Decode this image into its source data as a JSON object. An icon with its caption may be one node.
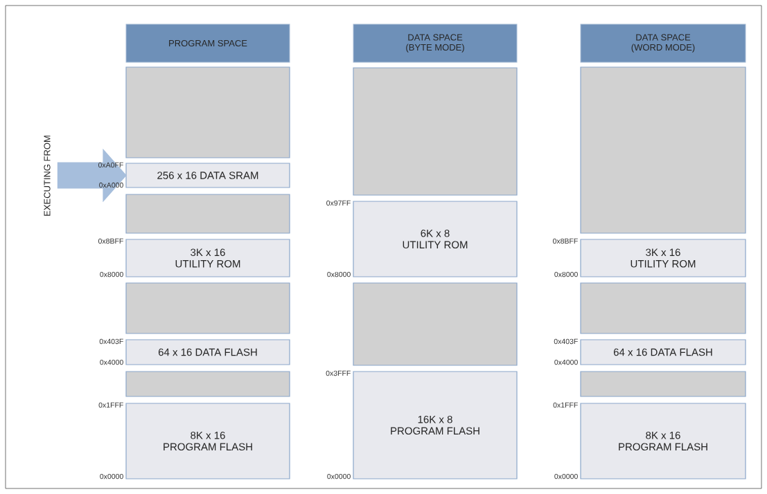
{
  "diagram": {
    "nodes": [
      {
        "text": [
          "EXECUTING FROM"
        ]
      },
      {
        "text": [
          "PROGRAM SPACE"
        ]
      },
      {
        "text": [],
        "shape": "box"
      },
      {
        "text": [
          "256 x 16 DATA SRAM"
        ],
        "beside": [
          "0xA0FF",
          "0xA000"
        ]
      },
      {
        "text": [],
        "shape": "box"
      },
      {
        "text": [
          "3K x 16",
          "UTILITY ROM"
        ],
        "beside": [
          "0x8BFF",
          "0x8000"
        ]
      },
      {
        "text": [],
        "shape": "box"
      },
      {
        "text": [
          "64 x 16 DATA FLASH"
        ],
        "beside": [
          "0x403F",
          "0x4000"
        ]
      },
      {
        "text": [],
        "shape": "box"
      },
      {
        "text": [
          "8K x 16",
          "PROGRAM FLASH"
        ],
        "beside": [
          "0x1FFF",
          "0x0000"
        ]
      },
      {
        "text": [
          "DATA SPACE",
          "(BYTE MODE)"
        ]
      },
      {
        "text": [],
        "shape": "box"
      },
      {
        "text": [
          "6K x 8",
          "UTILITY ROM"
        ],
        "beside": [
          "0x97FF",
          "0x8000"
        ]
      },
      {
        "text": [],
        "shape": "box"
      },
      {
        "text": [
          "16K x 8",
          "PROGRAM FLASH"
        ],
        "beside": [
          "0x3FFF",
          "0x0000"
        ]
      },
      {
        "text": [
          "DATA SPACE",
          "(WORD MODE)"
        ]
      },
      {
        "text": [],
        "shape": "box"
      },
      {
        "text": [
          "3K x 16",
          "UTILITY ROM"
        ],
        "beside": [
          "0x8BFF",
          "0x8000"
        ]
      },
      {
        "text": [],
        "shape": "box"
      },
      {
        "text": [
          "64 x 16 DATA FLASH"
        ],
        "beside": [
          "0x403F",
          "0x4000"
        ]
      },
      {
        "text": [],
        "shape": "box"
      },
      {
        "text": [
          "8K x 16",
          "PROGRAM FLASH"
        ],
        "beside": [
          "0x1FFF",
          "0x0000"
        ]
      }
    ],
    "edges": [
      {
        "from": 0,
        "to": 3,
        "arrow": "to",
        "style": "thick"
      }
    ]
  }
}
